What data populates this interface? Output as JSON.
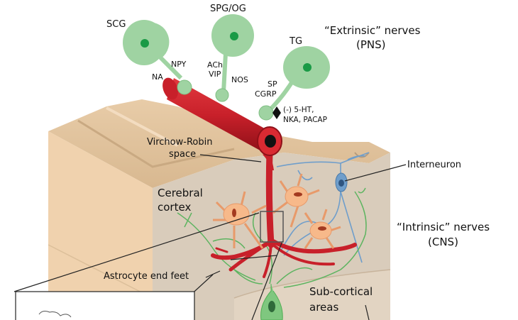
{
  "diagram": {
    "type": "neurovascular-innervation",
    "ganglia": [
      {
        "id": "scg",
        "label": "SCG",
        "transmitters": [
          "NA",
          "NPY"
        ]
      },
      {
        "id": "spg",
        "label": "SPG/OG",
        "transmitters": [
          "ACh",
          "VIP",
          "NOS"
        ]
      },
      {
        "id": "tg",
        "label": "TG",
        "transmitters": [
          "SP",
          "CGRP"
        ]
      }
    ],
    "labels": {
      "scg": "SCG",
      "spg": "SPG/OG",
      "tg": "TG",
      "na": "NA",
      "npy": "NPY",
      "ach": "ACh",
      "vip": "VIP",
      "nos": "NOS",
      "sp": "SP",
      "cgrp": "CGRP",
      "inhibit_line1": "(-) 5-HT,",
      "inhibit_line2": "NKA, PACAP",
      "extrinsic_line1": "“Extrinsic” nerves",
      "extrinsic_line2": "(PNS)",
      "virchow_line1": "Virchow-Robin",
      "virchow_line2": "space",
      "cortex_line1": "Cerebral",
      "cortex_line2": "cortex",
      "interneuron": "Interneuron",
      "intrinsic_line1": "“Intrinsic” nerves",
      "intrinsic_line2": "(CNS)",
      "astrocyte": "Astrocyte end feet",
      "subcortical_line1": "Sub-cortical",
      "subcortical_line2": "areas"
    },
    "colors": {
      "ganglion_fill": "#9fd3a2",
      "ganglion_nucleus": "#1a9a46",
      "vessel": "#c8202a",
      "vessel_dark": "#8e1018",
      "tissue_tan": "#f0d2ae",
      "tissue_grey": "#d9ccbb",
      "astrocyte": "#f7b98a",
      "interneuron": "#6f9ecb",
      "intrinsic_nerve": "#4fae52"
    }
  }
}
